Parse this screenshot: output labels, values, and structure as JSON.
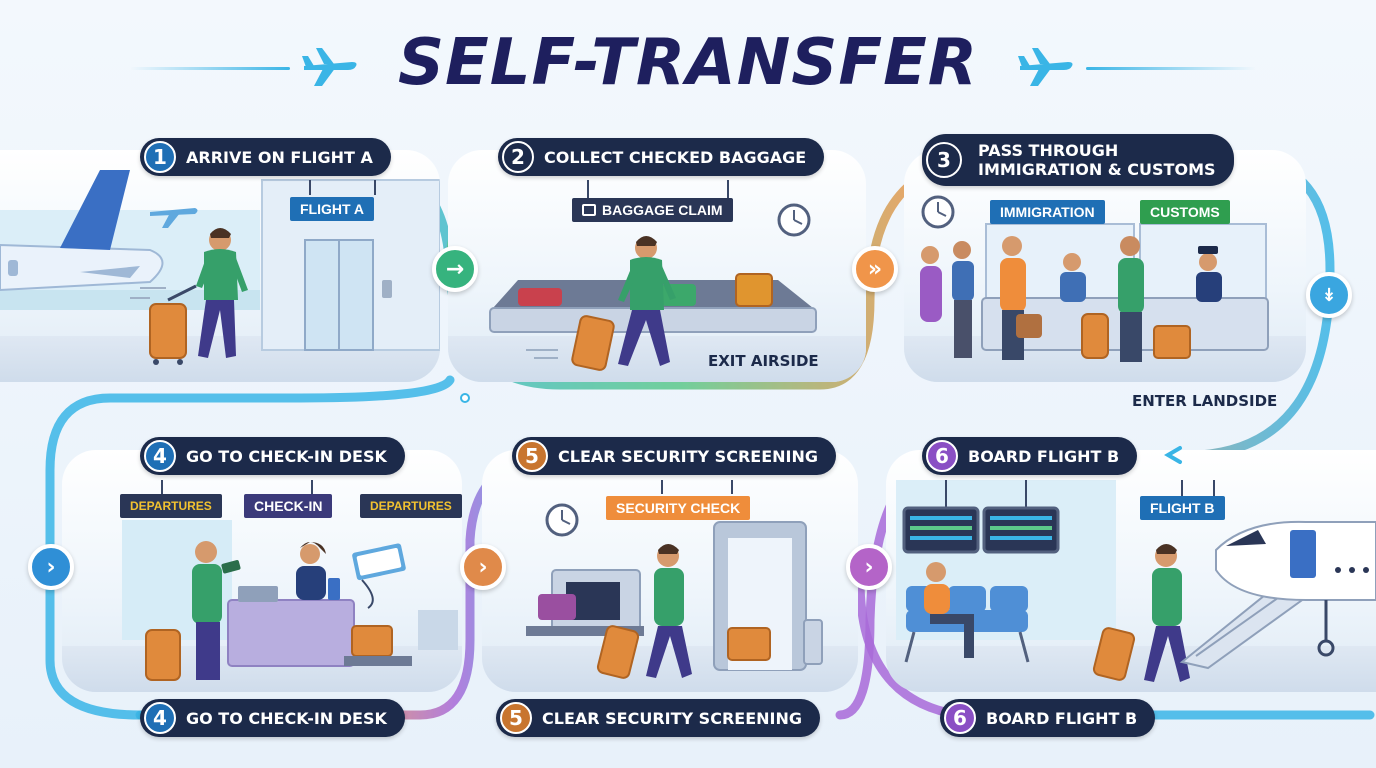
{
  "title": "SELF-TRANSFER",
  "steps": [
    {
      "number": "1",
      "label": "ARRIVE ON FLIGHT A",
      "signs": [
        "FLIGHT A"
      ]
    },
    {
      "number": "2",
      "label": "COLLECT CHECKED BAGGAGE",
      "signs": [
        "BAGGAGE CLAIM"
      ],
      "caption": "EXIT AIRSIDE"
    },
    {
      "number": "3",
      "label_line1": "PASS THROUGH",
      "label_line2": "IMMIGRATION & CUSTOMS",
      "signs": [
        "IMMIGRATION",
        "CUSTOMS"
      ],
      "caption": "ENTER LANDSIDE"
    },
    {
      "number": "4",
      "label": "GO TO CHECK-IN DESK",
      "signs": [
        "DEPARTURES",
        "CHECK-IN",
        "DEPARTURES"
      ]
    },
    {
      "number": "5",
      "label": "CLEAR SECURITY SCREENING",
      "signs": [
        "SECURITY CHECK"
      ]
    },
    {
      "number": "6",
      "label": "BOARD FLIGHT B",
      "signs": [
        "FLIGHT B"
      ]
    }
  ],
  "footer_pills": [
    {
      "number": "4",
      "label": "GO TO CHECK-IN DESK"
    },
    {
      "number": "5",
      "label": "CLEAR SECURITY SCREENING"
    },
    {
      "number": "6",
      "label": "BOARD FLIGHT B"
    }
  ],
  "icons": {
    "title_planes": "airplane-icon",
    "connectors": [
      "arrow-right-icon",
      "double-chevron-right-icon",
      "double-chevron-down-icon",
      "chevron-right-icon",
      "chevron-right-icon",
      "chevron-right-icon"
    ]
  },
  "colors": {
    "navy": "#1c2a4a",
    "step1": "#1f6fb5",
    "step2": "#2f9e6e",
    "step3": "#1f6fb5",
    "step4": "#1f6fb5",
    "step5": "#c8752f",
    "step6": "#8a4fc4",
    "flow_blue": "#3ab5e6",
    "flow_green": "#5cc88a",
    "flow_orange": "#f0954a",
    "flow_purple": "#a86ad8"
  }
}
